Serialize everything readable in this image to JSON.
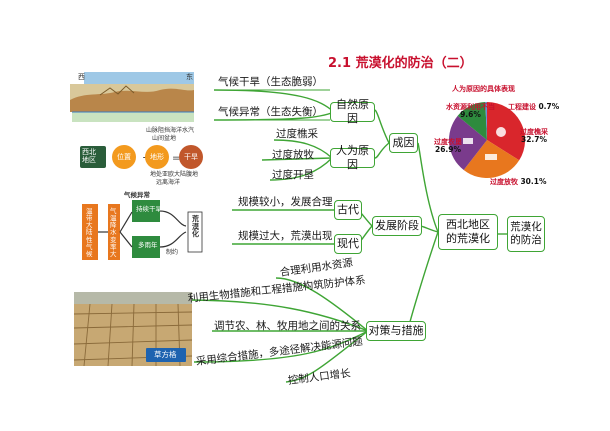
{
  "title": {
    "number": "2.1",
    "text": "荒漠化的防治（二）"
  },
  "root": {
    "line1": "荒漠化",
    "line2": "的防治"
  },
  "hub": {
    "line1": "西北地区",
    "line2": "的荒漠化"
  },
  "branches": {
    "causes": {
      "label": "成因",
      "natural": {
        "label": "自然原因",
        "items": [
          "气候干旱（生态脆弱）",
          "气候异常（生态失衡）"
        ]
      },
      "human": {
        "label": "人为原因",
        "items": [
          "过度樵采",
          "过度放牧",
          "过度开垦"
        ]
      }
    },
    "stages": {
      "label": "发展阶段",
      "ancient": {
        "label": "古代",
        "item": "规模较小，发展合理"
      },
      "modern": {
        "label": "现代",
        "item": "规模过大，荒漠出现"
      }
    },
    "measures": {
      "label": "对策与措施",
      "items": [
        "合理利用水资源",
        "利用生物措施和工程措施构筑防护体系",
        "调节农、林、牧用地之间的关系",
        "采用综合措施，多途径解决能源问题",
        "控制人口增长"
      ]
    }
  },
  "pie": {
    "title": "人为原因的具体表现",
    "slices": [
      {
        "label": "过度樵采",
        "value": "32.7%",
        "color": "#d9262c"
      },
      {
        "label": "过度放牧",
        "value": "30.1%",
        "color": "#e8771e"
      },
      {
        "label": "过度农垦",
        "value": "26.9%",
        "color": "#7a3b8c"
      },
      {
        "label": "水资源利用不当",
        "value": "9.6%",
        "color": "#2e8b3e"
      },
      {
        "label": "工程建设",
        "value": "0.7%",
        "color": "#6a8fd8"
      }
    ]
  },
  "map": {
    "west": "西",
    "east": "东"
  },
  "climate": {
    "region": "西北\n地区",
    "position": "位置",
    "terrain": "地形",
    "result": "干旱",
    "note1": "山脉阻挡海洋水汽",
    "note2": "山间盆地",
    "note3": "地处亚欧大陆腹地",
    "note4": "远离海洋"
  },
  "flow": {
    "header": "气候异常",
    "left": "温带大陆性气候",
    "mid": "气温 降水变率大",
    "top": "持续干旱",
    "bottom": "多雨年",
    "result": "荒漠化",
    "arrow": "制约"
  },
  "photo": {
    "caption": "草方格"
  }
}
